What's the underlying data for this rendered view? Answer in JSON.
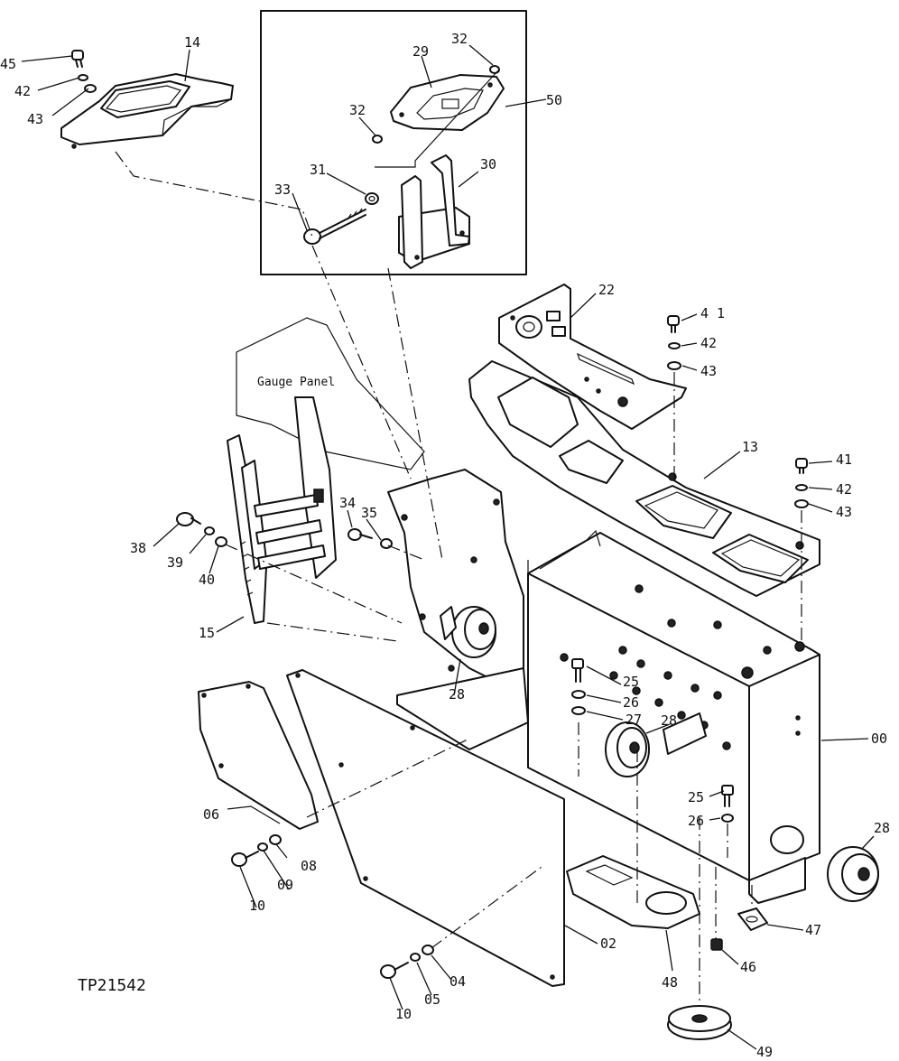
{
  "diagram": {
    "figure_id": "TP21542",
    "labels": {
      "gauge_panel": "Gauge Panel"
    },
    "callouts": {
      "c45": "45",
      "c42a": "42",
      "c43a": "43",
      "c14": "14",
      "c32a": "32",
      "c29": "29",
      "c32b": "32",
      "c50": "50",
      "c31": "31",
      "c30": "30",
      "c33": "33",
      "c22": "22",
      "c41a": "4 1",
      "c42b": "42",
      "c43b": "43",
      "c13": "13",
      "c41b": "41",
      "c42c": "42",
      "c43c": "43",
      "c34": "34",
      "c35": "35",
      "c38": "38",
      "c39": "39",
      "c40": "40",
      "c15": "15",
      "c28a": "28",
      "c25a": "25",
      "c26a": "26",
      "c27": "27",
      "c28b": "28",
      "c00": "00",
      "c25b": "25",
      "c26b": "26",
      "c28c": "28",
      "c06": "06",
      "c08": "08",
      "c09": "09",
      "c10a": "10",
      "c47": "47",
      "c46": "46",
      "c48": "48",
      "c02": "02",
      "c04": "04",
      "c05": "05",
      "c10b": "10",
      "c49": "49"
    }
  }
}
